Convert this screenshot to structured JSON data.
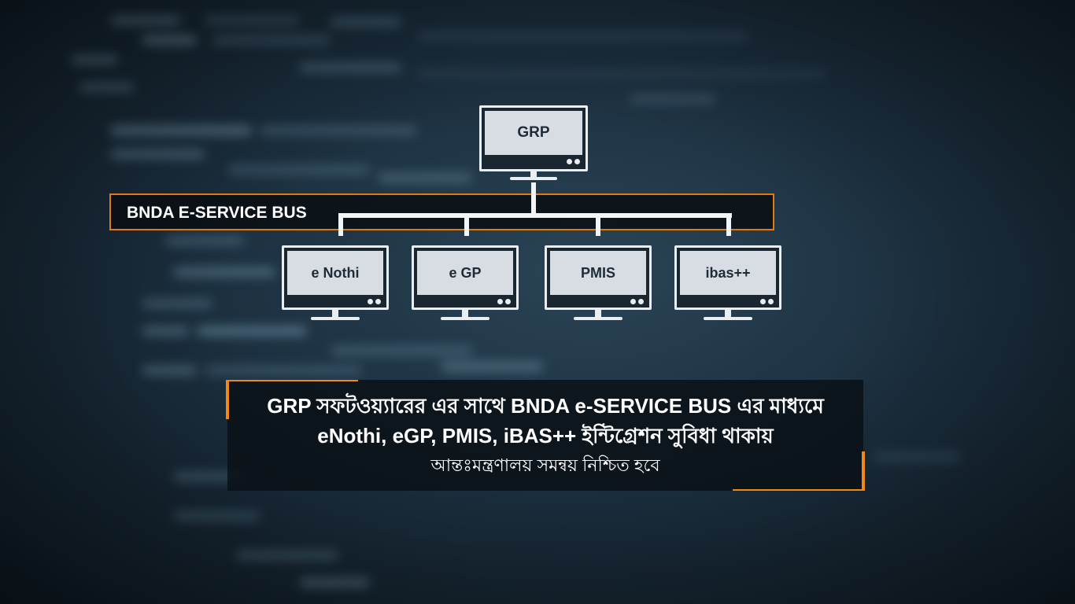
{
  "diagram": {
    "top_node": {
      "label": "GRP"
    },
    "bus": {
      "label": "BNDA E-SERVICE BUS"
    },
    "nodes": [
      {
        "label": "e Nothi"
      },
      {
        "label": "e GP"
      },
      {
        "label": "PMIS"
      },
      {
        "label": "ibas++"
      }
    ]
  },
  "caption": {
    "line1": "GRP সফটওয়্যারের এর সাথে BNDA e-SERVICE BUS এর মাধ্যমে",
    "line2": "eNothi,  eGP, PMIS, iBAS++ ইন্টিগ্রেশন সুবিধা থাকায়",
    "line3": "আন্তঃমন্ত্রণালয় সমন্বয় নিশ্চিত হবে"
  },
  "colors": {
    "accent": "#f08a16",
    "bus_border": "#e07a12",
    "monitor_frame": "#e9eef2",
    "monitor_panel": "#d7dde2",
    "background": "#1c3040"
  },
  "icons": [
    "monitor-icon"
  ]
}
